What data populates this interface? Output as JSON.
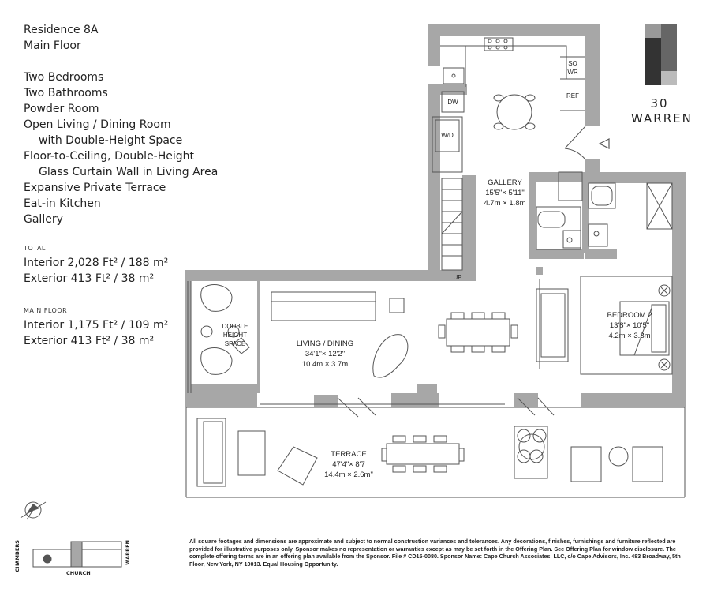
{
  "header": {
    "residence": "Residence 8A",
    "floor": "Main Floor"
  },
  "features": [
    {
      "text": "Two Bedrooms",
      "indent": false
    },
    {
      "text": "Two Bathrooms",
      "indent": false
    },
    {
      "text": "Powder Room",
      "indent": false
    },
    {
      "text": "Open Living / Dining Room",
      "indent": false
    },
    {
      "text": "with Double-Height Space",
      "indent": true
    },
    {
      "text": "Floor-to-Ceiling, Double-Height",
      "indent": false
    },
    {
      "text": "Glass Curtain Wall in Living Area",
      "indent": true
    },
    {
      "text": "Expansive Private Terrace",
      "indent": false
    },
    {
      "text": "Eat-in Kitchen",
      "indent": false
    },
    {
      "text": "Gallery",
      "indent": false
    }
  ],
  "areas": {
    "total": {
      "label": "TOTAL",
      "interior": "Interior 2,028 Ft² / 188 m²",
      "exterior": "Exterior 413 Ft² / 38 m²"
    },
    "main_floor": {
      "label": "MAIN FLOOR",
      "interior": "Interior 1,175 Ft² / 109 m²",
      "exterior": "Exterior 413 Ft² / 38 m²"
    }
  },
  "logo": {
    "line1": "30",
    "line2": "WARREN"
  },
  "rooms": {
    "gallery": {
      "name": "GALLERY",
      "imperial": "15'5\"× 5'11\"",
      "metric": "4.7m × 1.8m"
    },
    "bedroom2": {
      "name": "BEDROOM 2",
      "imperial": "13'8\"× 10'5\"",
      "metric": "4.2m × 3.3m"
    },
    "living": {
      "name": "LIVING / DINING",
      "imperial": "34'1\"× 12'2\"",
      "metric": "10.4m × 3.7m"
    },
    "terrace": {
      "name": "TERRACE",
      "imperial": "47'4\"× 8'7",
      "metric": "14.4m × 2.6m\""
    },
    "double_height": [
      "DOUBLE",
      "HEIGHT",
      "SPACE"
    ]
  },
  "fixtures": {
    "so_wr": [
      "SO",
      "WR"
    ],
    "ref": "REF",
    "dw": "DW",
    "wd": "W/D",
    "up": "UP"
  },
  "key_plan": {
    "left": "CHAMBERS",
    "bottom": "CHURCH",
    "right": "WARREN"
  },
  "disclaimer": "All square footages and dimensions are approximate and subject to normal construction variances and tolerances. Any decorations, finishes, furnishings and furniture reflected are provided for illustrative purposes only. Sponsor makes no representation or warranties except as may be set forth in the Offering Plan. See Offering Plan for window disclosure. The complete offering terms are in an offering plan available from the Sponsor. File # CD15-0080. Sponsor Name: Cape Church Associates, LLC, c/o Cape Advisors, Inc. 483 Broadway, 5th Floor, New York, NY 10013. Equal Housing Opportunity.",
  "colors": {
    "wall": "#a7a7a7",
    "line": "#555555",
    "logo_dark": "#333333",
    "logo_mid": "#666666",
    "logo_light": "#999999"
  }
}
